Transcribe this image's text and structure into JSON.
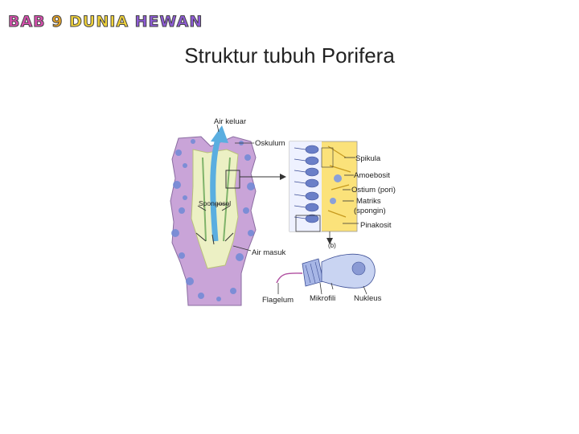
{
  "header": {
    "bab_parts": [
      {
        "text": "BAB",
        "color": "#d94fb0"
      },
      {
        "text": "9",
        "color": "#e8a424"
      },
      {
        "text": "DUNIA",
        "color": "#f0d23a"
      },
      {
        "text": "HEWAN",
        "color": "#8e5bd6"
      }
    ]
  },
  "slide": {
    "title": "Struktur tubuh Porifera"
  },
  "diagram": {
    "labels": {
      "air_keluar": "Air keluar",
      "oskulum": "Oskulum",
      "spikula": "Spikula",
      "amoebosit": "Amoebosit",
      "ostium": "Ostium (pori)",
      "matriks": "Matriks",
      "spongin": "(spongin)",
      "spongosol": "Spongosol",
      "pinakosit": "Pinakosit",
      "panel_b": "(b)",
      "air_masuk": "Air masuk",
      "flagelum": "Flagelum",
      "mikrofili": "Mikrofili",
      "nukleus": "Nukleus"
    },
    "colors": {
      "sponge_body": "#c9a4d8",
      "sponge_spots": "#6f8ad6",
      "inner_cavity": "#ecf0c4",
      "water_arrow": "#5aaee0",
      "cell_layer": "#fbe27a",
      "choanocyte": "#6a7fc8"
    }
  }
}
